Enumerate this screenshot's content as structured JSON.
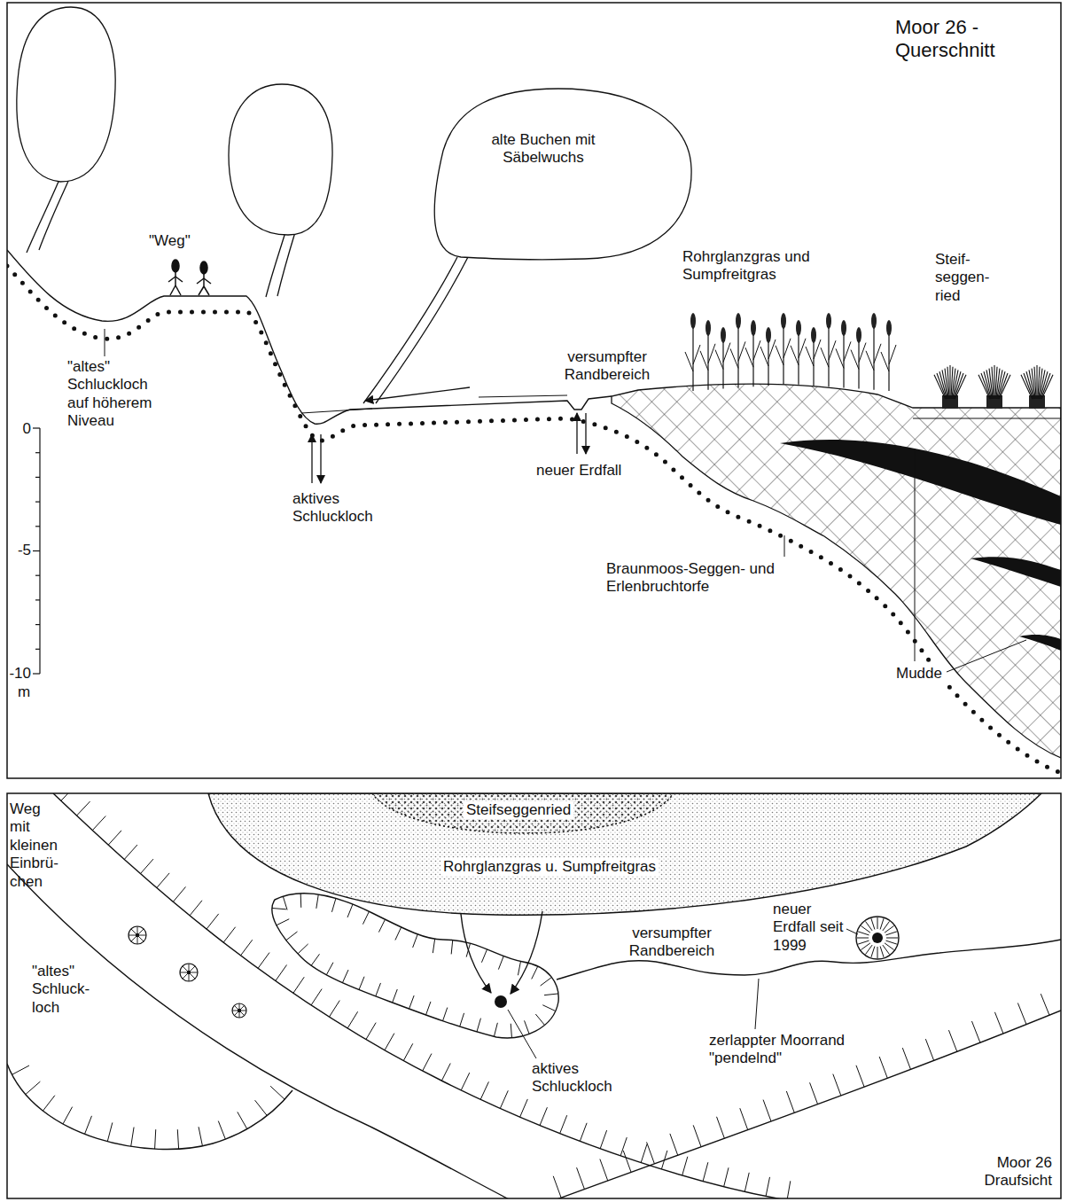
{
  "diagram": {
    "labels": [
      "Moor 26 - Querschnitt",
      "\"Weg\"",
      "alte Buchen mit Säbelwuchs",
      "Rohrglanzgras und Sumpfreitgras",
      "Steif- seggen- ried",
      "versumpfter Randbereich",
      "\"altes\" Schluckloch auf höherem Niveau",
      "0",
      "-5",
      "-10",
      "m",
      "aktives Schluckloch",
      "neuer Erdfall",
      "Braunmoos-Seggen- und Erlenbruchtorfe",
      "Mudde",
      "Steifseggenried",
      "Rohrglanzgras u. Sumpfreitgras",
      "Weg mit kleinen Einbrü- chen",
      "\"altes\" Schluck- loch",
      "versumpfter Randbereich",
      "neuer Erdfall seit 1999",
      "aktives Schluckloch",
      "zerlappter Moorrand \"pendelnd\"",
      "Moor 26 Draufsicht"
    ]
  }
}
